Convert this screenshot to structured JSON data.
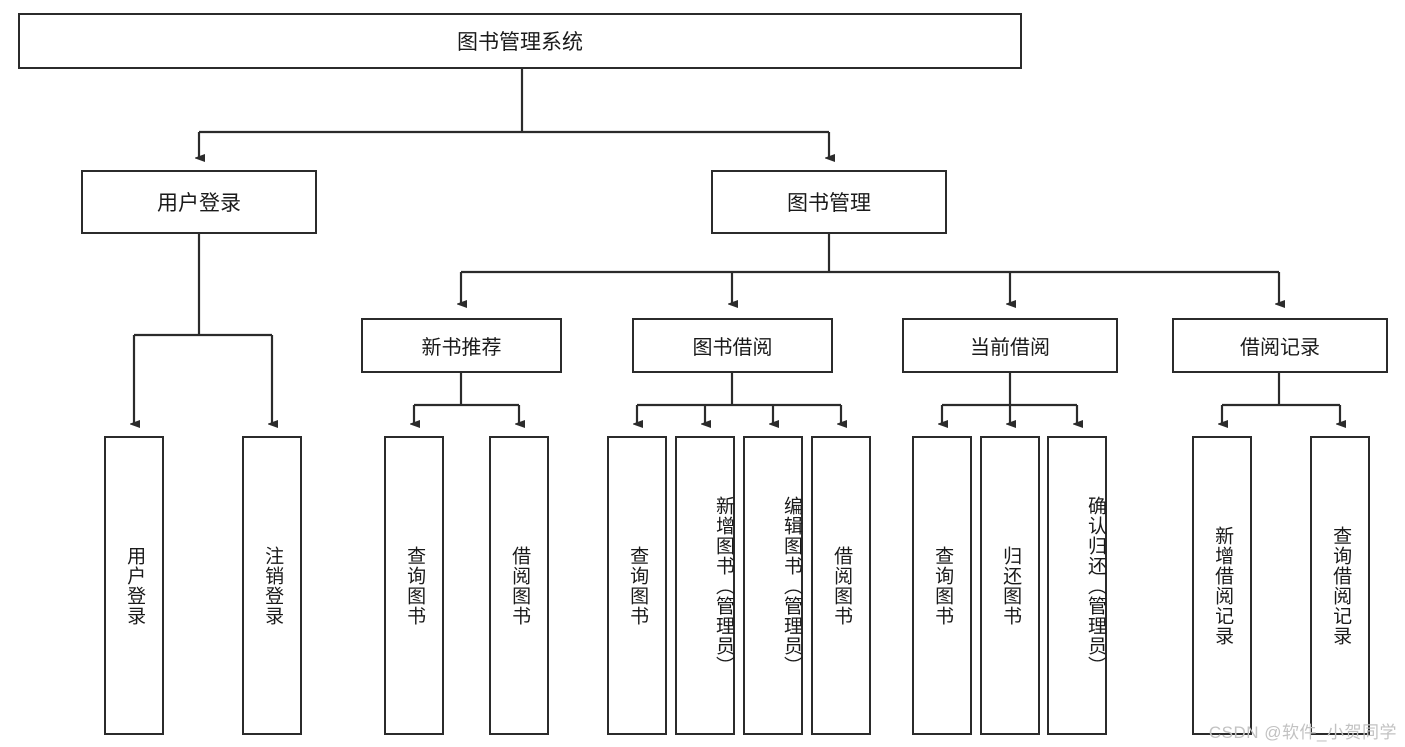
{
  "diagram": {
    "title": "图书管理系统",
    "type": "tree-hierarchy-diagram",
    "stroke_color": "#2b2b2b",
    "background_color": "#ffffff",
    "nodes": {
      "root": {
        "label": "图书管理系统"
      },
      "level2": [
        {
          "label": "用户登录"
        },
        {
          "label": "图书管理"
        }
      ],
      "level3": [
        {
          "label": "新书推荐"
        },
        {
          "label": "图书借阅"
        },
        {
          "label": "当前借阅"
        },
        {
          "label": "借阅记录"
        }
      ],
      "leaves": {
        "user_login": [
          {
            "label": "用户登录"
          },
          {
            "label": "注销登录"
          }
        ],
        "new_book_recommend": [
          {
            "label": "查询图书"
          },
          {
            "label": "借阅图书"
          }
        ],
        "book_borrow": [
          {
            "label": "查询图书"
          },
          {
            "label": "新增图书（管理员）"
          },
          {
            "label": "编辑图书（管理员）"
          },
          {
            "label": "借阅图书"
          }
        ],
        "current_borrow": [
          {
            "label": "查询图书"
          },
          {
            "label": "归还图书"
          },
          {
            "label": "确认归还（管理员）"
          }
        ],
        "borrow_record": [
          {
            "label": "新增借阅记录"
          },
          {
            "label": "查询借阅记录"
          }
        ]
      }
    }
  },
  "watermark": {
    "text": "CSDN @软件_小贺同学",
    "color": "#c2c2c2"
  }
}
